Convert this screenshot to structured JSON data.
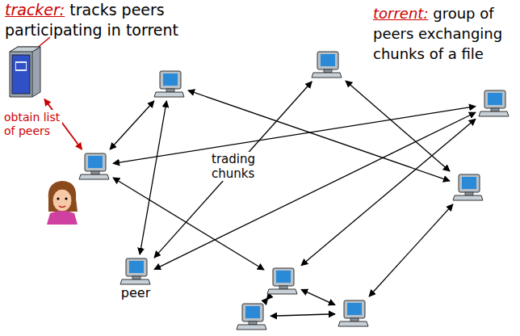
{
  "diagram": {
    "nodes": [
      {
        "text": []
      },
      {
        "text": []
      },
      {
        "text": []
      },
      {
        "text": []
      },
      {
        "text": []
      },
      {
        "text": []
      },
      {
        "text": [
          "peer"
        ]
      },
      {
        "text": []
      },
      {
        "text": []
      },
      {
        "text": []
      }
    ],
    "edges": [
      {
        "from": 0,
        "to": 1,
        "arrow": "both",
        "label": "obtain list of peers"
      },
      {
        "from": 1,
        "to": 2,
        "arrow": "both"
      },
      {
        "from": 2,
        "to": 6,
        "arrow": "both"
      },
      {
        "from": 1,
        "to": 4,
        "arrow": "both"
      },
      {
        "from": 2,
        "to": 5,
        "arrow": "both"
      },
      {
        "from": 1,
        "to": 7,
        "arrow": "both"
      },
      {
        "from": 3,
        "to": 6,
        "arrow": "both"
      },
      {
        "from": 3,
        "to": 5,
        "arrow": "both"
      },
      {
        "from": 6,
        "to": 4,
        "arrow": "both"
      },
      {
        "from": 4,
        "to": 7,
        "arrow": "both"
      },
      {
        "from": 5,
        "to": 9,
        "arrow": "both"
      },
      {
        "from": 7,
        "to": 8,
        "arrow": "both"
      },
      {
        "from": 7,
        "to": 9,
        "arrow": "both"
      },
      {
        "from": 8,
        "to": 9,
        "arrow": "both"
      }
    ],
    "labels": [
      "tracker:",
      "tracks peers participating in torrent",
      "torrent:",
      "group of peers exchanging chunks of a file",
      "trading chunks"
    ]
  }
}
